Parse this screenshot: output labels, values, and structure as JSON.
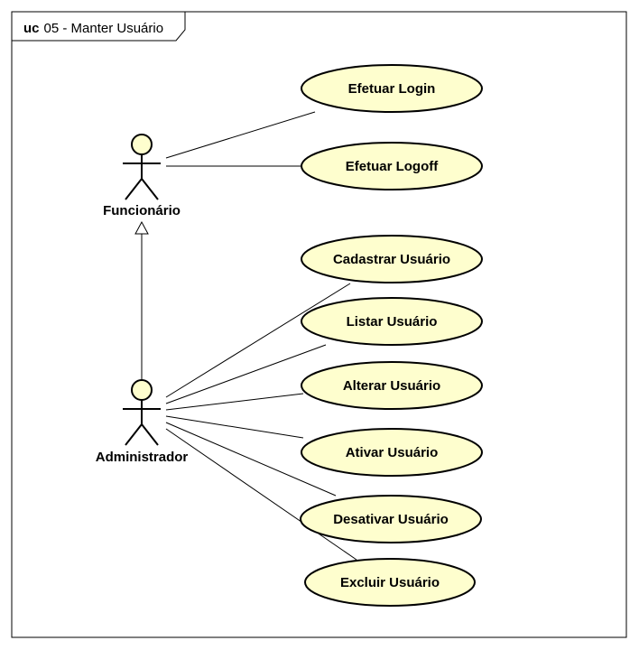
{
  "frame": {
    "keyword": "uc",
    "title": "05 - Manter Usuário"
  },
  "colors": {
    "use_case_fill": "#FEFECE",
    "stroke": "#000000",
    "background": "#FFFFFF"
  },
  "actors": [
    {
      "id": "funcionario",
      "label": "Funcionário",
      "icon": "actor-stick-figure-icon"
    },
    {
      "id": "administrador",
      "label": "Administrador",
      "icon": "actor-stick-figure-icon"
    }
  ],
  "use_cases": [
    {
      "id": "login",
      "label": "Efetuar Login"
    },
    {
      "id": "logoff",
      "label": "Efetuar Logoff"
    },
    {
      "id": "cadastrar",
      "label": "Cadastrar Usuário"
    },
    {
      "id": "listar",
      "label": "Listar Usuário"
    },
    {
      "id": "alterar",
      "label": "Alterar Usuário"
    },
    {
      "id": "ativar",
      "label": "Ativar Usuário"
    },
    {
      "id": "desativar",
      "label": "Desativar Usuário"
    },
    {
      "id": "excluir",
      "label": "Excluir Usuário"
    }
  ],
  "associations": [
    {
      "from": "funcionario",
      "to": "login"
    },
    {
      "from": "funcionario",
      "to": "logoff"
    },
    {
      "from": "administrador",
      "to": "cadastrar"
    },
    {
      "from": "administrador",
      "to": "listar"
    },
    {
      "from": "administrador",
      "to": "alterar"
    },
    {
      "from": "administrador",
      "to": "ativar"
    },
    {
      "from": "administrador",
      "to": "desativar"
    },
    {
      "from": "administrador",
      "to": "excluir"
    }
  ],
  "generalizations": [
    {
      "child": "administrador",
      "parent": "funcionario"
    }
  ]
}
